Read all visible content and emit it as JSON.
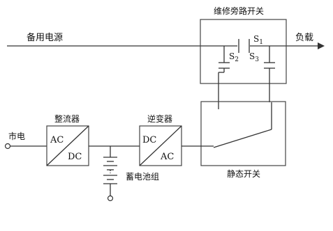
{
  "labels": {
    "standby_power": "备用电源",
    "bypass_switch": "维修旁路开关",
    "load": "负载",
    "rectifier": "整流器",
    "inverter": "逆变器",
    "mains": "市电",
    "battery_pack": "蓄电池组",
    "static_switch": "静态开关"
  },
  "rectifier": {
    "top": "AC",
    "bottom": "DC"
  },
  "inverter": {
    "top": "DC",
    "bottom": "AC"
  },
  "switches": {
    "s1": {
      "letter": "S",
      "sub": "1"
    },
    "s2": {
      "letter": "S",
      "sub": "2"
    },
    "s3": {
      "letter": "S",
      "sub": "3"
    }
  }
}
